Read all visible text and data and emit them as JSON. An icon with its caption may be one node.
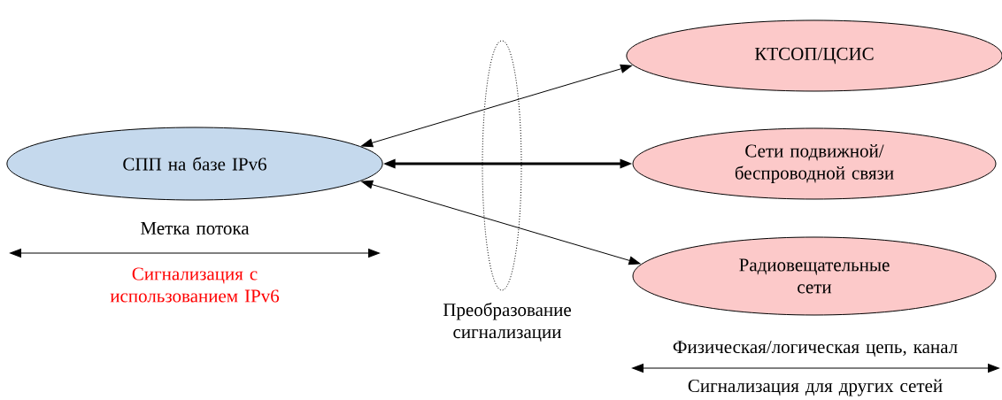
{
  "diagram": {
    "nodes": [
      {
        "text": [
          "СПП на базе IPv6"
        ]
      },
      {
        "text": [
          "КТСОП/ЦСИС"
        ]
      },
      {
        "text": [
          "Сети подвижной/ беспроводной связи"
        ]
      },
      {
        "text": [
          "Радиовещательные сети"
        ]
      }
    ],
    "edges": [
      {
        "from": 0,
        "to": 1,
        "arrow": "both"
      },
      {
        "from": 0,
        "to": 2,
        "arrow": "both",
        "style": "thick"
      },
      {
        "from": 0,
        "to": 3,
        "arrow": "both"
      }
    ],
    "labels": [
      "Метка потока",
      "Сигнализация с использованием IPv6",
      "Преобразование сигнализации",
      "Физическая/логическая цепь, канал",
      "Сигнализация для других сетей"
    ]
  }
}
